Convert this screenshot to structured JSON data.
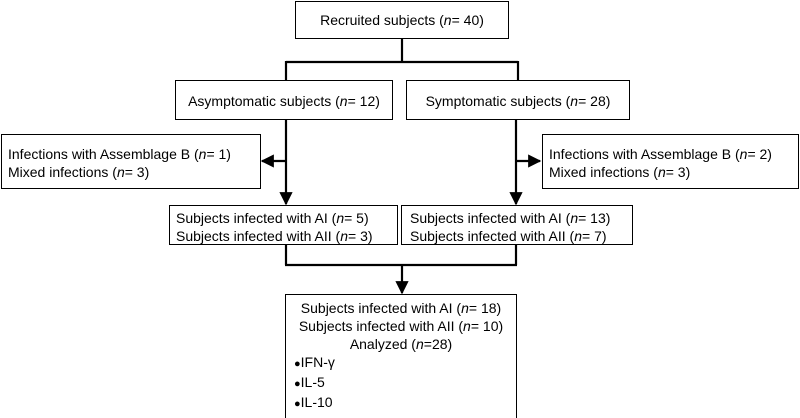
{
  "recruited": {
    "label": "Recruited subjects (",
    "n": "n",
    "value": "= 40)"
  },
  "asymptomatic": {
    "label": "Asymptomatic subjects (",
    "n": "n",
    "value": "= 12)"
  },
  "symptomatic": {
    "label": "Symptomatic subjects (",
    "n": "n",
    "value": "= 28)"
  },
  "left_excluded": {
    "line1": {
      "label": "Infections with Assemblage B (",
      "n": "n",
      "value": "= 1)"
    },
    "line2": {
      "label": "Mixed infections (",
      "n": "n",
      "value": "= 3)"
    }
  },
  "right_excluded": {
    "line1": {
      "label": "Infections with Assemblage B (",
      "n": "n",
      "value": "= 2)"
    },
    "line2": {
      "label": "Mixed infections (",
      "n": "n",
      "value": "= 3)"
    }
  },
  "left_infected": {
    "line1": {
      "label": "Subjects infected with AI (",
      "n": "n",
      "value": "= 5)"
    },
    "line2": {
      "label": "Subjects infected with AII (",
      "n": "n",
      "value": "= 3)"
    }
  },
  "right_infected": {
    "line1": {
      "label": "Subjects infected with AI (",
      "n": "n",
      "value": "= 13)"
    },
    "line2": {
      "label": "Subjects infected with AII (",
      "n": "n",
      "value": "= 7)"
    }
  },
  "analyzed": {
    "line1": {
      "label": "Subjects infected with AI (",
      "n": "n",
      "value": "= 18)"
    },
    "line2": {
      "label": "Subjects infected with AII (",
      "n": "n",
      "value": "= 10)"
    },
    "line3": {
      "label": "Analyzed (",
      "n": "n",
      "value": "=28)"
    },
    "bullet": "●",
    "markers": [
      "IFN-γ",
      "IL-5",
      "IL-10"
    ]
  }
}
